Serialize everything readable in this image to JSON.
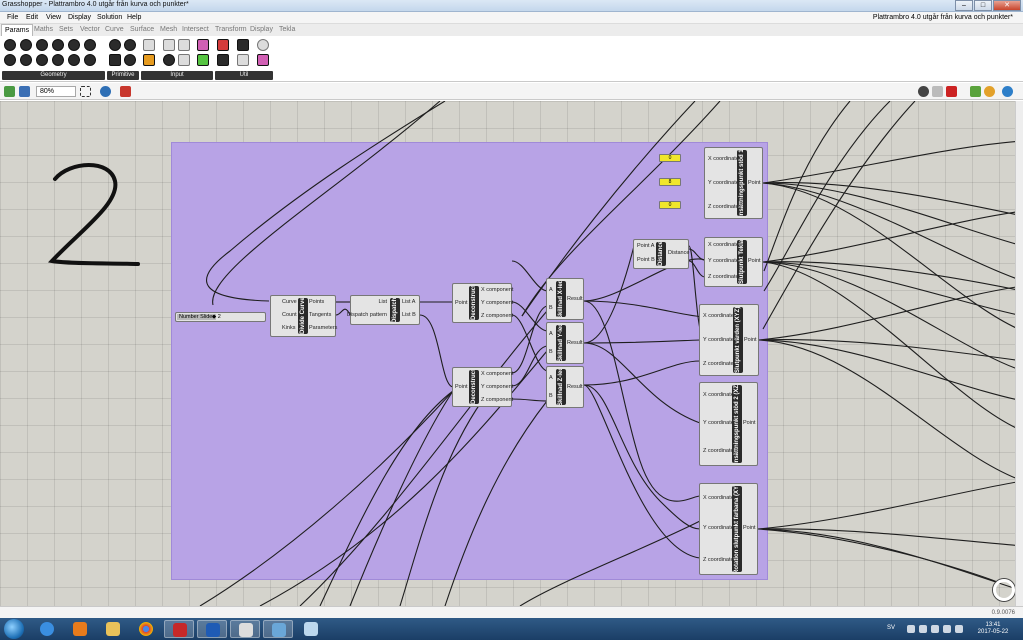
{
  "window": {
    "title": "Grasshopper - Plattrambro 4.0 utgår från kurva och punkter*",
    "doc_title": "Plattrambro 4.0 utgår från kurva och punkter*"
  },
  "menu": [
    "File",
    "Edit",
    "View",
    "Display",
    "Solution",
    "Help"
  ],
  "tabs": [
    "Params",
    "Maths",
    "Sets",
    "Vector",
    "Curve",
    "Surface",
    "Mesh",
    "Intersect",
    "Transform",
    "Display",
    "Tekla"
  ],
  "ribbon": {
    "panels": [
      "Geometry",
      "Primitive",
      "Input",
      "Util"
    ]
  },
  "canvas_toolbar": {
    "zoom": "80%"
  },
  "colors": {
    "group": "#b8a3e6",
    "canvas": "#d4d3cc",
    "panel": "#f0e62b"
  },
  "canvas": {
    "slider": {
      "label": "Number Slider",
      "value": "◆ 2"
    },
    "panels": [
      "0",
      "8",
      "0"
    ],
    "nodes": {
      "divide": {
        "title": "Divide Curve",
        "inputs": [
          "Curve",
          "Count",
          "Kinks"
        ],
        "outputs": [
          "Points",
          "Tangents",
          "Parameters"
        ]
      },
      "dispatch": {
        "title": "Dispatch",
        "inputs": [
          "List",
          "Dispatch pattern"
        ],
        "outputs": [
          "List A",
          "List B"
        ]
      },
      "decon1": {
        "title": "Deconstruct",
        "inputs": [
          "Point"
        ],
        "outputs": [
          "X component",
          "Y component",
          "Z component"
        ]
      },
      "decon2": {
        "title": "Deconstruct",
        "inputs": [
          "Point"
        ],
        "outputs": [
          "X component",
          "Y component",
          "Z component"
        ]
      },
      "subx": {
        "title": "Skillnad X-led",
        "inputs": [
          "A",
          "B"
        ],
        "outputs": [
          "Result"
        ]
      },
      "suby": {
        "title": "Skillnad Y-led",
        "inputs": [
          "A",
          "B"
        ],
        "outputs": [
          "Result"
        ]
      },
      "subz": {
        "title": "Skillnad Z-led",
        "inputs": [
          "A",
          "B"
        ],
        "outputs": [
          "Result"
        ]
      },
      "distance": {
        "title": "Distance",
        "inputs": [
          "Point A",
          "Point B"
        ],
        "outputs": [
          "Distance"
        ]
      },
      "insert1": {
        "title": "Insättningspunkt stöd 1",
        "inputs": [
          "X coordinate",
          "Y coordinate",
          "Z coordinate"
        ],
        "outputs": [
          "Point"
        ]
      },
      "slutpunkt": {
        "title": "Slutpunkt Tekla",
        "inputs": [
          "X coordinate",
          "Y coordinate",
          "Z coordinate"
        ],
        "outputs": [
          "Point"
        ]
      },
      "xyz": {
        "title": "Slutpunkt värden (XYZ)",
        "inputs": [
          "X coordinate",
          "Y coordinate",
          "Z coordinate"
        ],
        "outputs": [
          "Point"
        ]
      },
      "insert2": {
        "title": "Insättningspunkt stöd 2 (XZ)",
        "inputs": [
          "X coordinate",
          "Y coordinate",
          "Z coordinate"
        ],
        "outputs": [
          "Point"
        ]
      },
      "rotation": {
        "title": "Rotation slutpunkt farbana (XY)",
        "inputs": [
          "X coordinate",
          "Y coordinate",
          "Z coordinate"
        ],
        "outputs": [
          "Point"
        ]
      }
    }
  },
  "status": {
    "version": "0.9.0076"
  },
  "taskbar": {
    "language": "SV",
    "time": "13:41",
    "date": "2017-05-22"
  }
}
